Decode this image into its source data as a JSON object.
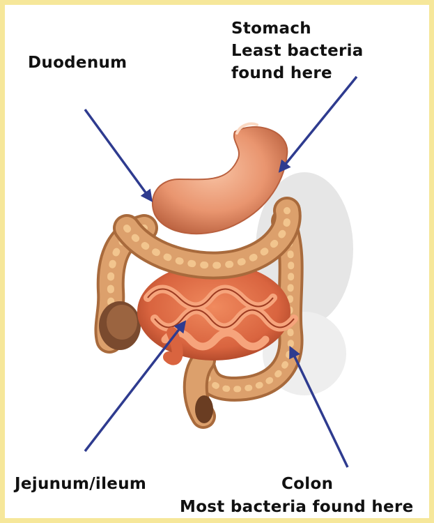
{
  "labels": {
    "duodenum": "Duodenum",
    "stomach_title": "Stomach",
    "stomach_line2": "Least bacteria",
    "stomach_line3": "found here",
    "jejunum_ileum": "Jejunum/ileum",
    "colon_title": "Colon",
    "colon_note": "Most bacteria found here"
  },
  "colors": {
    "arrow": "#2e3b8f",
    "border": "#f6e79a",
    "stomach": "#e9956f",
    "colon": "#d9a06a",
    "small_intestine": "#d9643f",
    "gallbladder": "#c8a020"
  }
}
